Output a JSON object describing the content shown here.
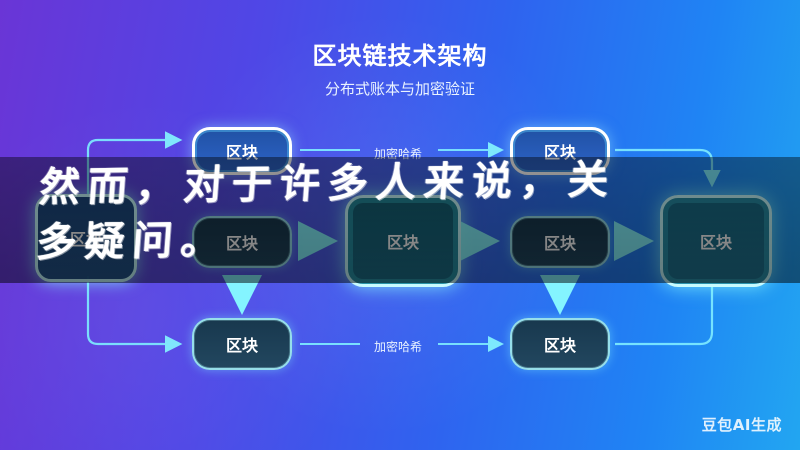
{
  "header": {
    "title": "区块链技术架构",
    "subtitle": "分布式账本与加密验证"
  },
  "diagram": {
    "nodes": {
      "top_left": "区块",
      "top_right": "区块",
      "left_big": "区块",
      "middle_left": "区块",
      "center_big": "区块",
      "middle_right": "区块",
      "right_big": "区块",
      "bottom_left": "区块",
      "bottom_right": "区块"
    },
    "labels": {
      "top": "加密哈希",
      "bottom": "加密哈希"
    }
  },
  "overlay": {
    "line1": "然而，对于许多人来说，关",
    "line2": "多疑问。"
  },
  "watermark": "豆包AI生成"
}
